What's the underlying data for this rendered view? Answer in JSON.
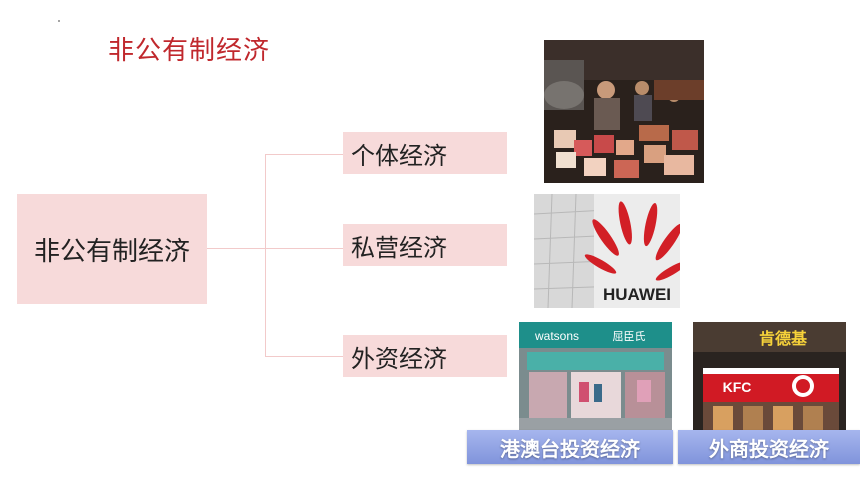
{
  "title": "非公有制经济",
  "root_label": "非公有制经济",
  "branches": [
    "个体经济",
    "私营经济",
    "外资经济"
  ],
  "photos": {
    "huawei_logo_text": "HUAWEI",
    "watsons_sign": "watsons",
    "watsons_cn": "屈臣氏",
    "kfc_cn": "肯德基",
    "kfc_logo": "KFC"
  },
  "captions": [
    "港澳台投资经济",
    "外商投资经济"
  ]
}
